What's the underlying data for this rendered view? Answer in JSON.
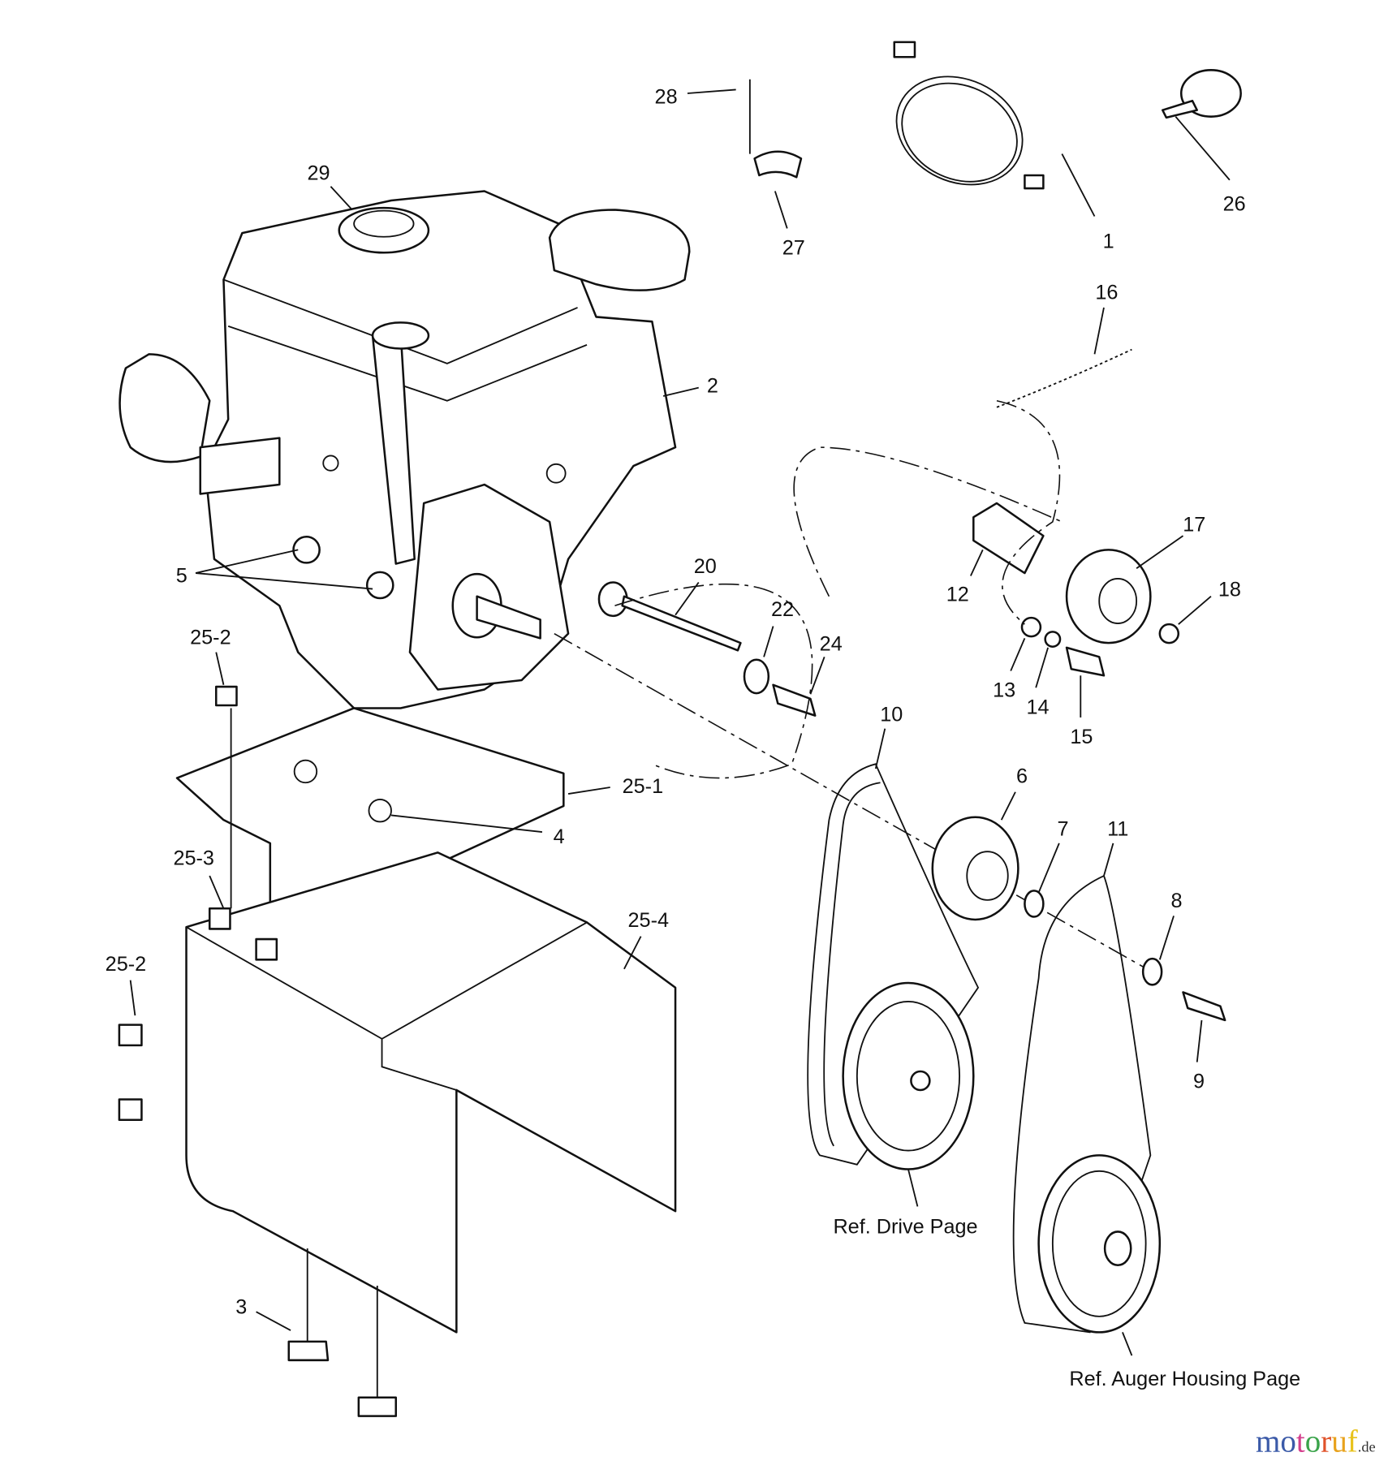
{
  "diagram": {
    "callouts": [
      "28",
      "29",
      "27",
      "1",
      "26",
      "16",
      "2",
      "17",
      "12",
      "18",
      "20",
      "22",
      "24",
      "5",
      "25-2",
      "13",
      "14",
      "15",
      "10",
      "6",
      "25-1",
      "4",
      "7",
      "11",
      "25-3",
      "8",
      "25-4",
      "25-2",
      "9",
      "3"
    ],
    "references": {
      "drive": "Ref. Drive Page",
      "auger": "Ref. Auger Housing Page"
    }
  },
  "watermark": {
    "letters": [
      "m",
      "o",
      "t",
      "o",
      "r",
      "u",
      "f"
    ],
    "suffix": ".de",
    "colors": [
      "#3b5aa8",
      "#3b5aa8",
      "#d43f8d",
      "#3aa34a",
      "#e0522a",
      "#e8a21c",
      "#e8c21c"
    ]
  }
}
